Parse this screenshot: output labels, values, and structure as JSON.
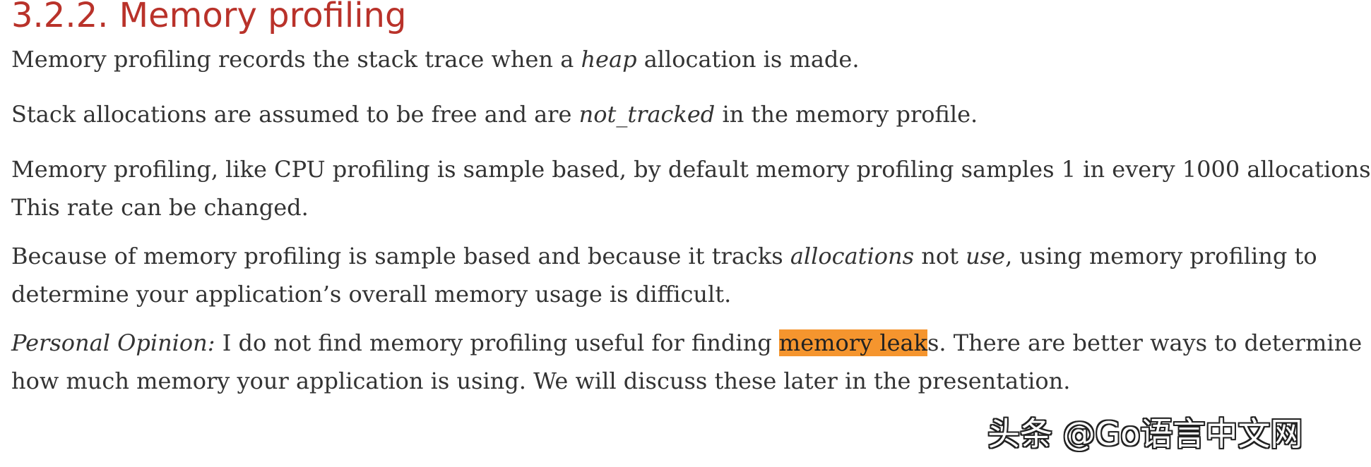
{
  "section": {
    "heading": "3.2.2. Memory profiling"
  },
  "paragraphs": {
    "p1": {
      "before": "Memory profiling records the stack trace when a ",
      "em": "heap",
      "after": " allocation is made."
    },
    "p2": {
      "before": "Stack allocations are assumed to be free and are ",
      "em": "not_tracked",
      "after": " in the memory profile."
    },
    "p3": {
      "line1": "Memory profiling, like CPU profiling is sample based, by default memory profiling samples 1 in every 1000 allocations",
      "line2": "This rate can be changed."
    },
    "p4": {
      "before": "Because of memory profiling is sample based and because it tracks ",
      "em1": "allocations",
      "middle": " not ",
      "em2": "use",
      "after": ", using memory profiling to",
      "line2": "determine your application’s overall memory usage is difficult."
    },
    "p5": {
      "em": "Personal Opinion:",
      "before": " I do not find memory profiling useful for finding ",
      "highlight": "memory leak",
      "after": "s. There are better ways to determine",
      "line2": "how much memory your application is using. We will discuss these later in the presentation."
    }
  },
  "watermark": {
    "text": "头条 @Go语言中文网"
  },
  "colors": {
    "heading": "#b9322a",
    "body_text": "#333333",
    "highlight": "#f5952e"
  }
}
